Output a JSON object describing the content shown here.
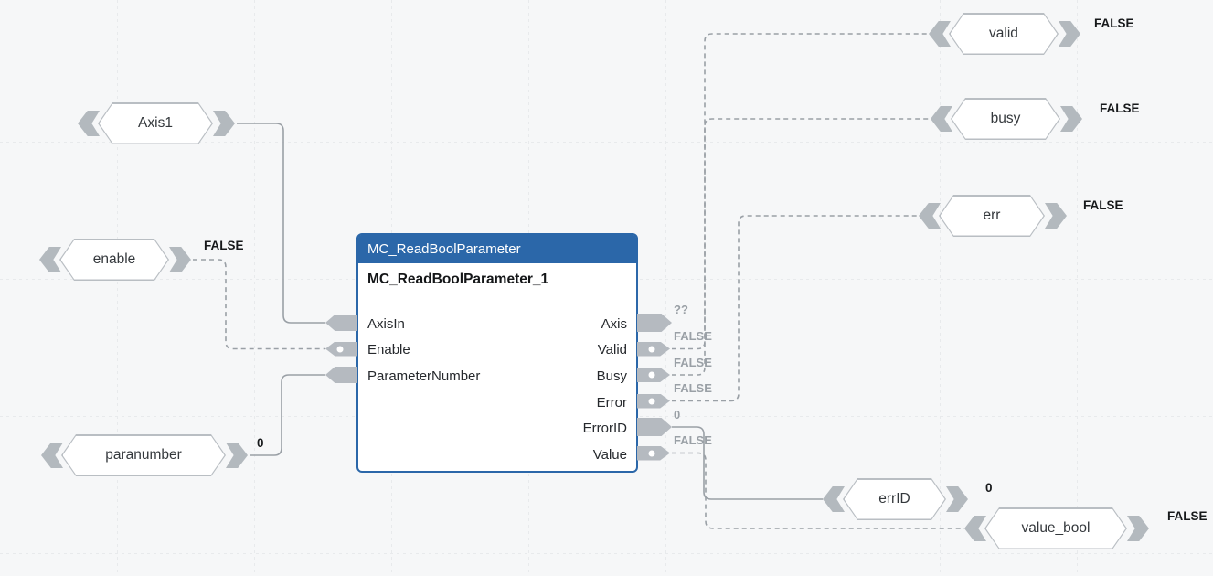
{
  "canvas": {
    "background_color": "#f6f7f8",
    "grid_color": "#e8eaec",
    "wire_color": "#9aa0a6",
    "accent_blue": "#2b67a9"
  },
  "block": {
    "title": "MC_ReadBoolParameter",
    "instance": "MC_ReadBoolParameter_1",
    "inputs": [
      {
        "label": "AxisIn",
        "bool": false
      },
      {
        "label": "Enable",
        "bool": true
      },
      {
        "label": "ParameterNumber",
        "bool": false
      }
    ],
    "outputs": [
      {
        "label": "Axis",
        "bool": false,
        "value": "??"
      },
      {
        "label": "Valid",
        "bool": true,
        "value": "FALSE"
      },
      {
        "label": "Busy",
        "bool": true,
        "value": "FALSE"
      },
      {
        "label": "Error",
        "bool": true,
        "value": "FALSE"
      },
      {
        "label": "ErrorID",
        "bool": false,
        "value": "0"
      },
      {
        "label": "Value",
        "bool": true,
        "value": "FALSE"
      }
    ]
  },
  "tags": [
    {
      "label": "Axis1"
    },
    {
      "label": "enable",
      "value": "FALSE"
    },
    {
      "label": "paranumber",
      "value": "0"
    },
    {
      "label": "valid",
      "value": "FALSE"
    },
    {
      "label": "busy",
      "value": "FALSE"
    },
    {
      "label": "err",
      "value": "FALSE"
    },
    {
      "label": "errID",
      "value": "0"
    },
    {
      "label": "value_bool",
      "value": "FALSE"
    }
  ]
}
